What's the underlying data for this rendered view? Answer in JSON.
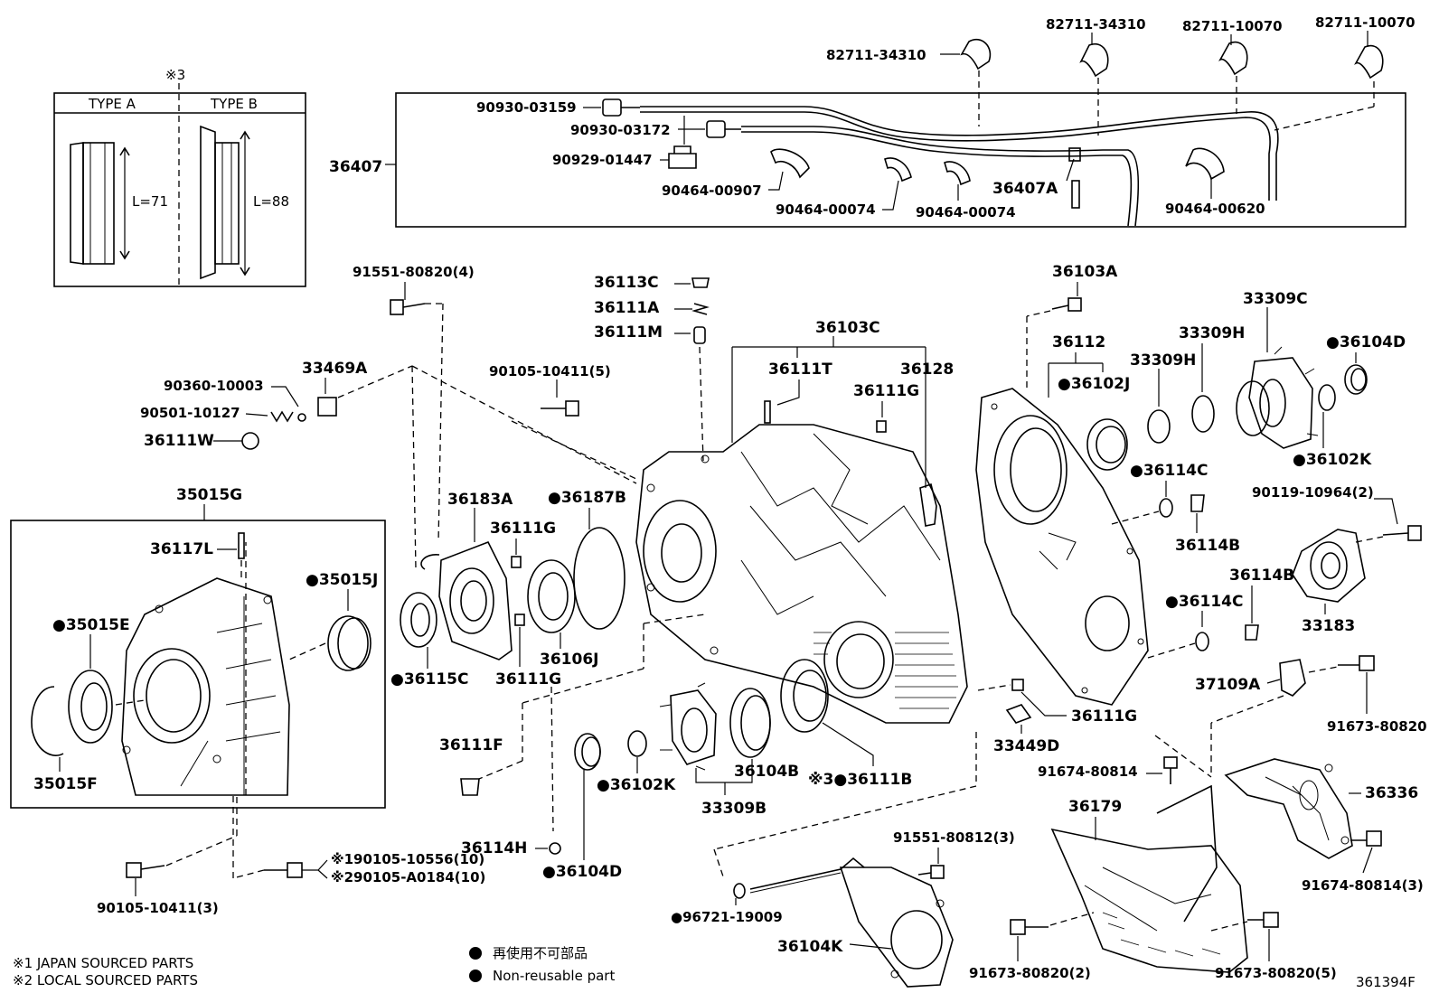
{
  "inset": {
    "marker": "※3",
    "type_a_title": "TYPE A",
    "type_b_title": "TYPE B",
    "type_a_length": "L=71",
    "type_b_length": "L=88"
  },
  "parts": {
    "p82711_34310_a": "82711-34310",
    "p82711_34310_b": "82711-34310",
    "p82711_10070_a": "82711-10070",
    "p82711_10070_b": "82711-10070",
    "p90930_03159": "90930-03159",
    "p90930_03172": "90930-03172",
    "p90929_01447": "90929-01447",
    "p36407": "36407",
    "p90464_00907": "90464-00907",
    "p90464_00074_a": "90464-00074",
    "p90464_00074_b": "90464-00074",
    "p36407A": "36407A",
    "p90464_00620": "90464-00620",
    "p91551_80820": "91551-80820(4)",
    "p36113C": "36113C",
    "p36111A": "36111A",
    "p36111M": "36111M",
    "p36103C": "36103C",
    "p36103A": "36103A",
    "p36112": "36112",
    "p33309C": "33309C",
    "p33309H_a": "33309H",
    "p33309H_b": "33309H",
    "p36104D_a": "●36104D",
    "p36102J": "●36102J",
    "p36111T": "36111T",
    "p36128": "36128",
    "p36111G_a": "36111G",
    "p90105_10411_5": "90105-10411(5)",
    "p90360_10003": "90360-10003",
    "p33469A": "33469A",
    "p90501_10127": "90501-10127",
    "p36111W": "36111W",
    "p36102K_a": "●36102K",
    "p36114C_a": "●36114C",
    "p90119_10964": "90119-10964(2)",
    "p36114B_a": "36114B",
    "p36114B_b": "36114B",
    "p36114C_b": "●36114C",
    "p33183": "33183",
    "p35015G": "35015G",
    "p36183A": "36183A",
    "p36187B": "●36187B",
    "p36111G_b": "36111G",
    "p36117L": "36117L",
    "p35015J": "●35015J",
    "p35015E": "●35015E",
    "p36115C": "●36115C",
    "p36106J": "36106J",
    "p36111G_c": "36111G",
    "p37109A": "37109A",
    "p91673_80820": "91673-80820",
    "p36111G_d": "36111G",
    "p36111F": "36111F",
    "p36102K_b": "●36102K",
    "p36104B": "36104B",
    "p33309B": "33309B",
    "p36111B": "※3●36111B",
    "p33449D": "33449D",
    "p35015F": "35015F",
    "p91674_80814": "91674-80814",
    "p36336": "36336",
    "p36179": "36179",
    "p91551_80812": "91551-80812(3)",
    "p36114H": "36114H",
    "p36104D_b": "●36104D",
    "p90105_10556": "※190105-10556(10)",
    "p90105_A0184": "※290105-A0184(10)",
    "p91674_80814_3": "91674-80814(3)",
    "p90105_10411_3": "90105-10411(3)",
    "p96721_19009": "●96721-19009",
    "p36104K": "36104K",
    "p91673_80820_2": "91673-80820(2)",
    "p91673_80820_5": "91673-80820(5)"
  },
  "footnotes": {
    "note1": "※1 JAPAN SOURCED PARTS",
    "note2": "※2 LOCAL SOURCED PARTS"
  },
  "legend": {
    "jp_text": "再使用不可部品",
    "en_text": "Non-reusable part"
  },
  "diagram_id": "361394F"
}
